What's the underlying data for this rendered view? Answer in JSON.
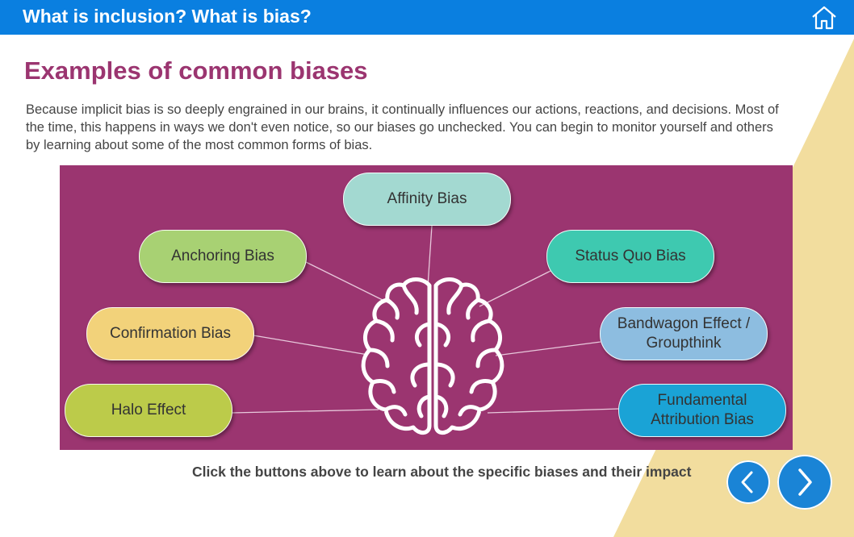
{
  "header": {
    "title": "What is inclusion? What is bias?",
    "home_icon": "home-icon"
  },
  "page": {
    "title": "Examples of common biases",
    "intro": "Because implicit bias is so deeply engrained in our brains,  it continually influences our actions, reactions, and decisions. Most of the time, this happens in ways we don't even notice, so our biases go unchecked.  You can begin to monitor yourself and others by learning about some of the most common forms of bias.",
    "instruction": "Click the buttons above to learn about the specific biases and their impact"
  },
  "diagram": {
    "center_icon": "brain-icon",
    "buttons": {
      "affinity": {
        "label": "Affinity Bias",
        "color": "#a3d9d1"
      },
      "anchoring": {
        "label": "Anchoring Bias",
        "color": "#a8d173"
      },
      "status_quo": {
        "label": "Status Quo Bias",
        "color": "#3ec9b0"
      },
      "confirmation": {
        "label": "Confirmation Bias",
        "color": "#f2d27a"
      },
      "bandwagon": {
        "label_line1": "Bandwagon Effect /",
        "label_line2": "Groupthink",
        "color": "#8dbde0"
      },
      "halo": {
        "label": "Halo Effect",
        "color": "#bccb4a"
      },
      "fundamental": {
        "label_line1": "Fundamental",
        "label_line2": "Attribution Bias",
        "color": "#1aa3d6"
      }
    }
  },
  "nav": {
    "prev_icon": "chevron-left-icon",
    "next_icon": "chevron-right-icon"
  },
  "colors": {
    "header": "#0a7fe0",
    "accent": "#9b3570",
    "panel": "#9b3570",
    "decor": "#f2dd9e",
    "nav": "#1a84d6"
  }
}
